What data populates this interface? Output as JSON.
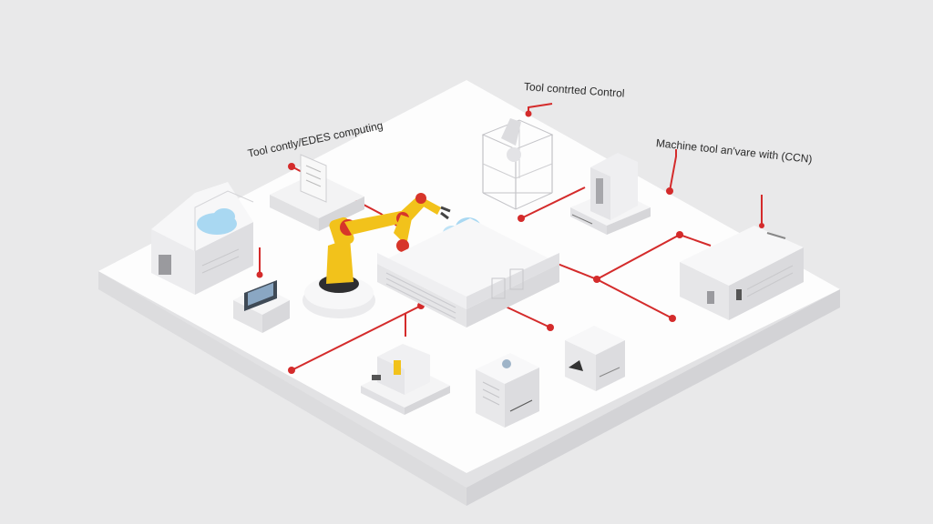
{
  "labels": {
    "edge_computing": "Tool contly/EDES computing",
    "tool_control": "Tool contrted Control",
    "machine_tool": "Machine tool an'vare with (CCN)"
  },
  "colors": {
    "background": "#e9e9ea",
    "platform_top": "#fdfdfd",
    "platform_side": "#e4e4e6",
    "connection_line": "#d42b2b",
    "robot_arm": "#f2c21b",
    "robot_joint": "#d7352a",
    "cloud": "#a9d8f2"
  },
  "icons": {
    "edge_server": "cloud-server-icon",
    "robot": "industrial-robot-arm-icon",
    "cloud": "cloud-icon",
    "core_unit": "central-controller-icon",
    "frame": "tool-frame-icon",
    "machine": "cnc-machine-icon"
  }
}
